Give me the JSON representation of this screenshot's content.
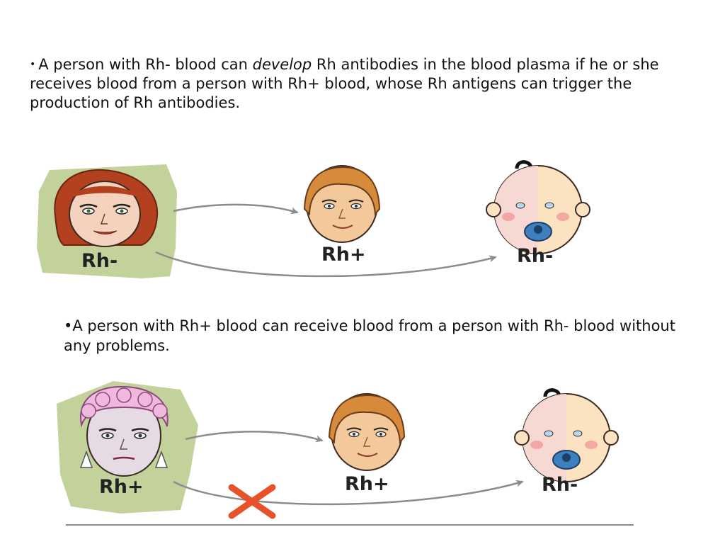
{
  "paragraph1": {
    "bullet": "•",
    "before": "A person with Rh- blood can ",
    "emphasis": "develop",
    "after": " Rh antibodies in the blood plasma if he or she receives blood from a person with Rh+ blood, whose Rh antigens can trigger the production of Rh antibodies."
  },
  "scenario1": {
    "donor_label": "Rh-",
    "recipient_label": "Rh+",
    "baby_label": "Rh-"
  },
  "paragraph2": {
    "text": "•A person with Rh+ blood can receive blood from a person with Rh- blood without any problems."
  },
  "scenario2": {
    "donor_label": "Rh+",
    "recipient_label": "Rh+",
    "baby_label": "Rh-",
    "blocked": true
  },
  "colors": {
    "panel": "#c3d29a",
    "arrow": "#8c8c8c",
    "cross": "#e8522b",
    "pacifier": "#3e7fc0"
  }
}
